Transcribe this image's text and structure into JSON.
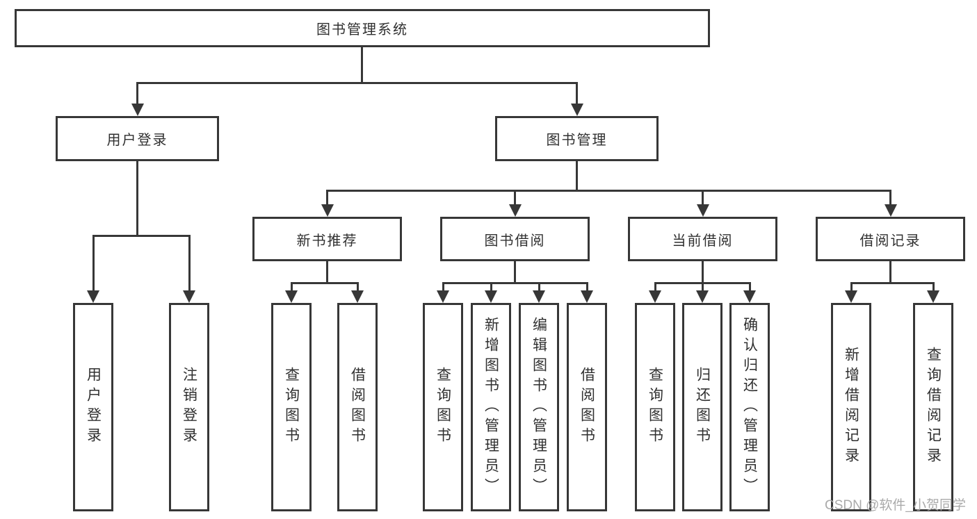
{
  "tree": {
    "label": "图书管理系统",
    "children": [
      {
        "label": "用户登录",
        "children": [
          {
            "label": "用户登录"
          },
          {
            "label": "注销登录"
          }
        ]
      },
      {
        "label": "图书管理",
        "children": [
          {
            "label": "新书推荐",
            "children": [
              {
                "label": "查询图书"
              },
              {
                "label": "借阅图书"
              }
            ]
          },
          {
            "label": "图书借阅",
            "children": [
              {
                "label": "查询图书"
              },
              {
                "label": "新增图书（管理员）"
              },
              {
                "label": "编辑图书（管理员）"
              },
              {
                "label": "借阅图书"
              }
            ]
          },
          {
            "label": "当前借阅",
            "children": [
              {
                "label": "查询图书"
              },
              {
                "label": "归还图书"
              },
              {
                "label": "确认归还（管理员）"
              }
            ]
          },
          {
            "label": "借阅记录",
            "children": [
              {
                "label": "新增借阅记录"
              },
              {
                "label": "查询借阅记录"
              }
            ]
          }
        ]
      }
    ]
  },
  "watermark": {
    "text": "CSDN @软件_小贺同学"
  },
  "colors": {
    "line": "#373737",
    "text": "#303030",
    "background": "#ffffff",
    "watermark": "#a6a6a6"
  }
}
